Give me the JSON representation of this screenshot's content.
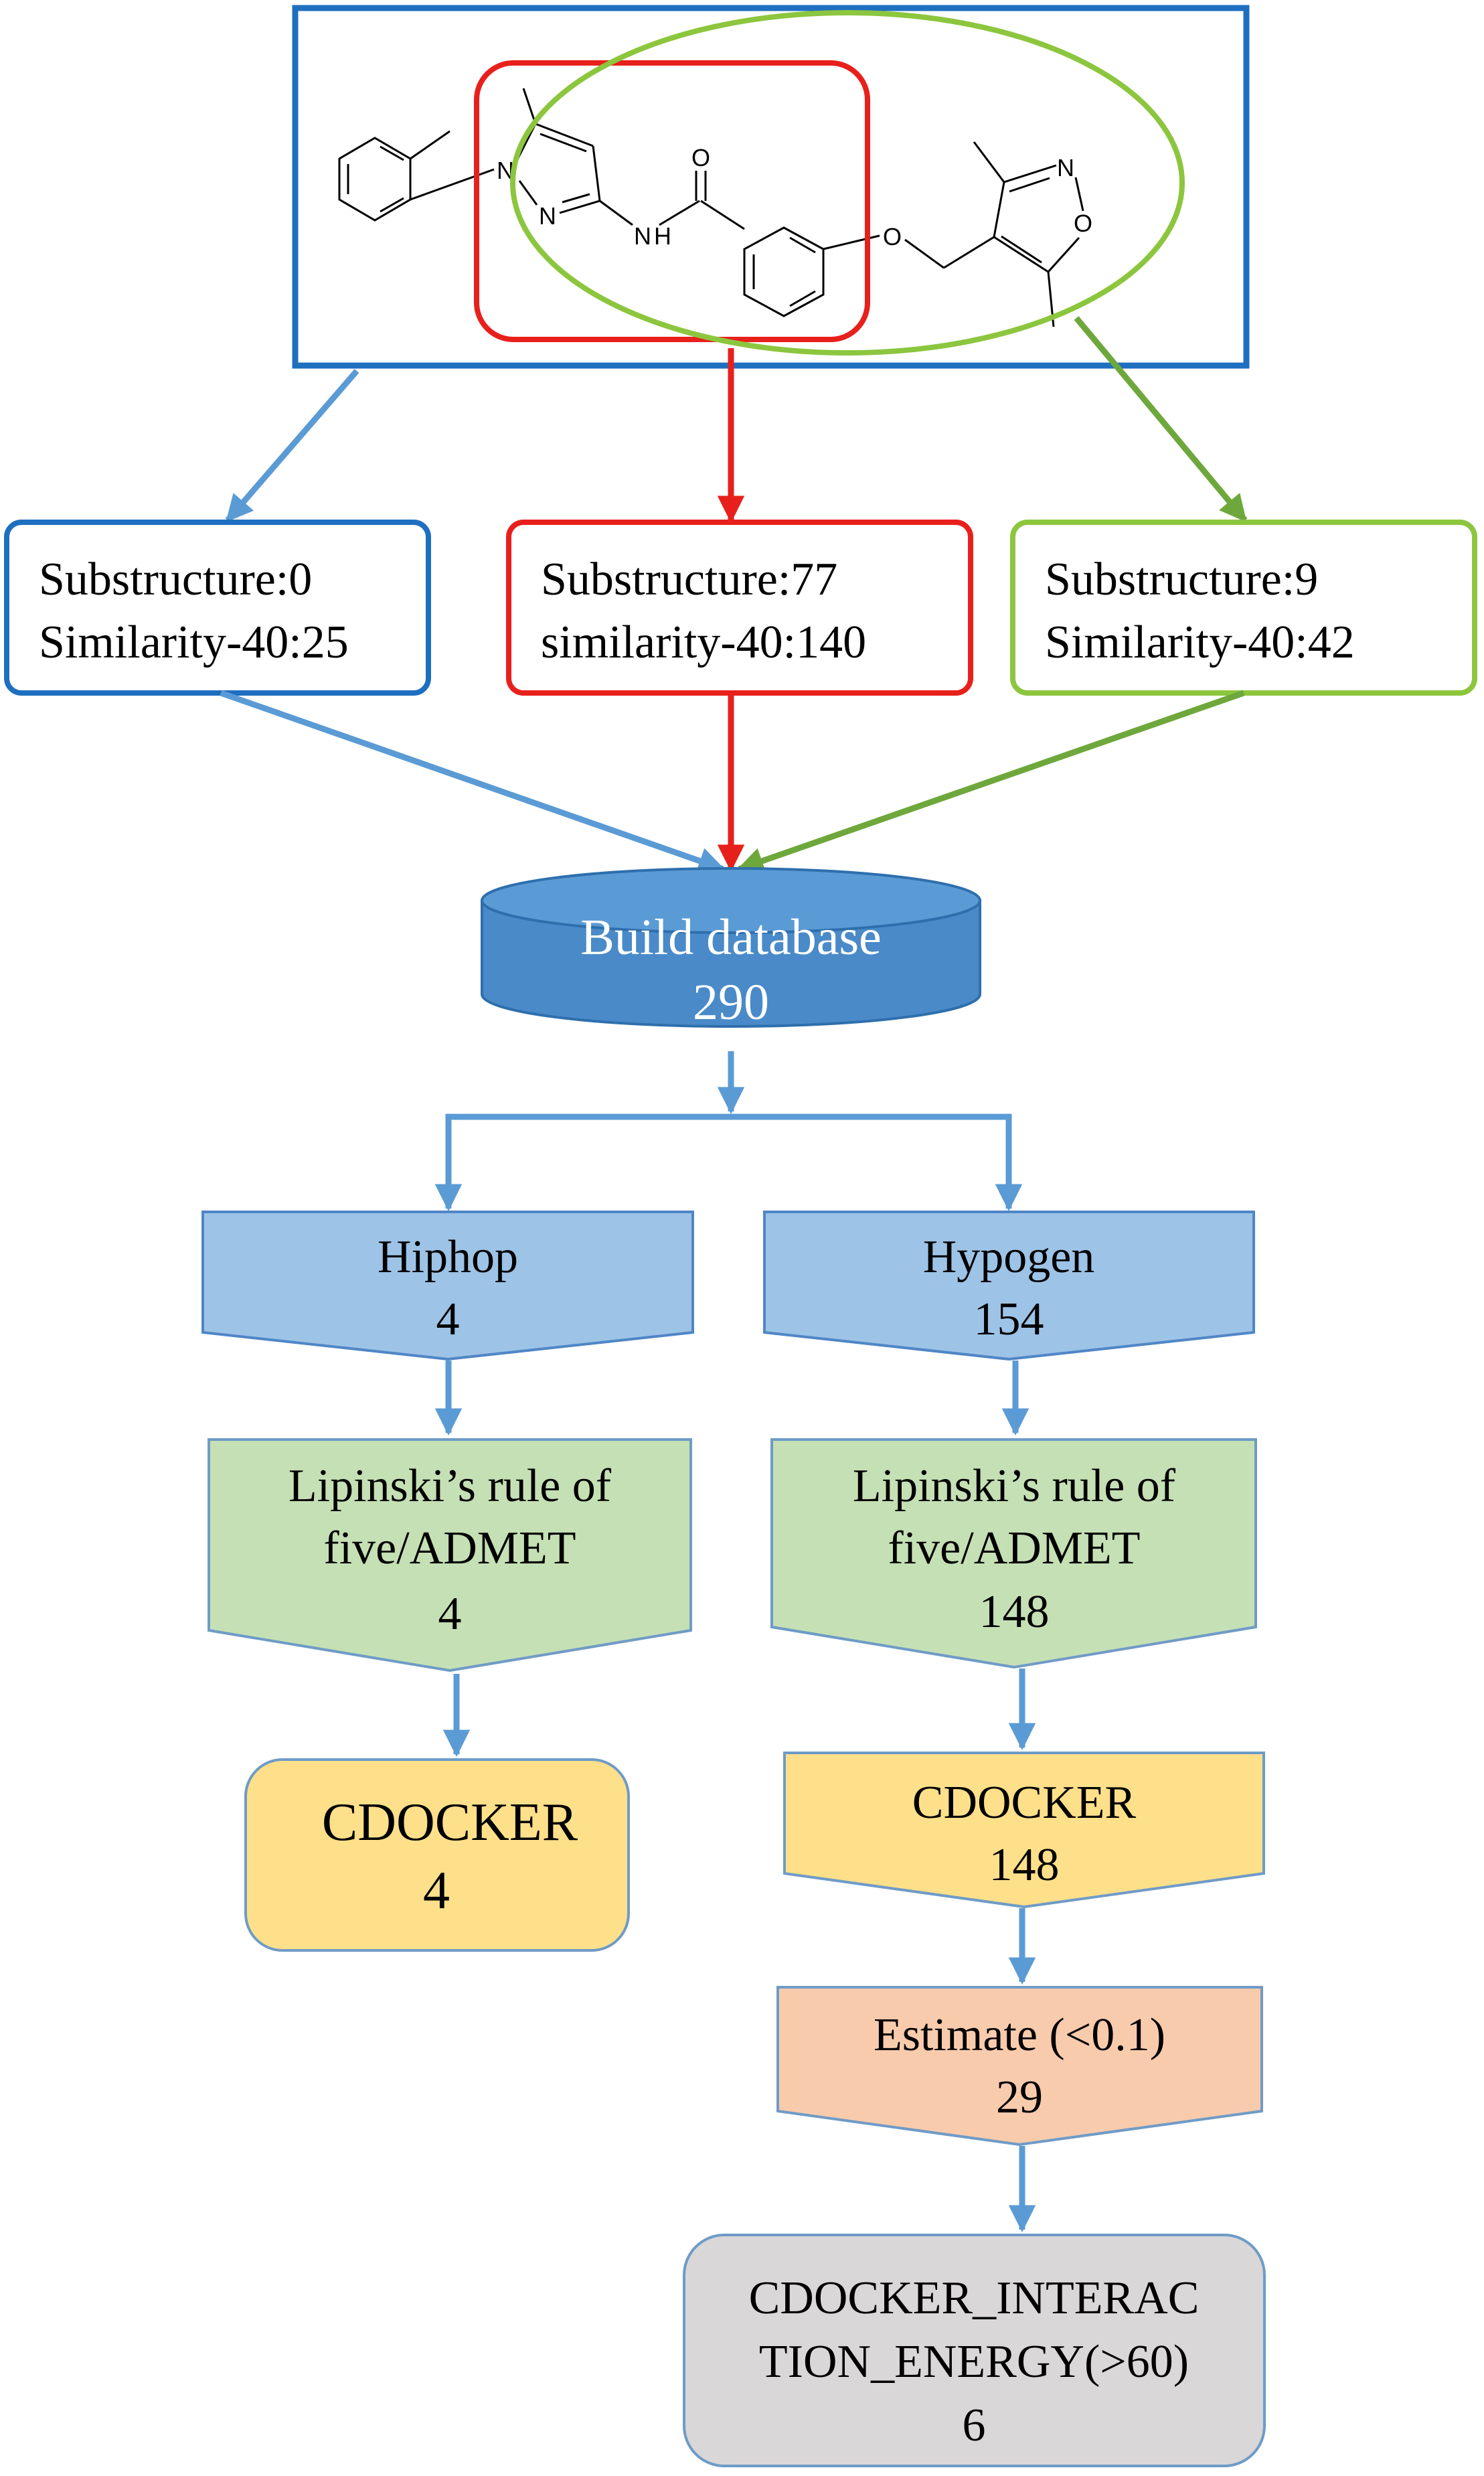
{
  "molecule": {
    "atoms": {
      "n1": "N",
      "n2": "N",
      "nh": "N",
      "h": "H",
      "carbonyl_o": "O",
      "ether_o": "O",
      "isox_n": "N",
      "isox_o": "O"
    }
  },
  "sources": {
    "blue": {
      "line1": "Substructure:0",
      "line2": "Similarity-40:25"
    },
    "red": {
      "line1": "Substructure:77",
      "line2": "similarity-40:140"
    },
    "green": {
      "line1": "Substructure:9",
      "line2": "Similarity-40:42"
    }
  },
  "database": {
    "title": "Build database",
    "count": "290"
  },
  "left_branch": {
    "pharmacophore": {
      "title": "Hiphop",
      "count": "4"
    },
    "filter": {
      "line1": "Lipinski’s rule of",
      "line2": "five/ADMET",
      "count": "4"
    },
    "docking": {
      "title": "CDOCKER",
      "count": "4"
    }
  },
  "right_branch": {
    "pharmacophore": {
      "title": "Hypogen",
      "count": "154"
    },
    "filter": {
      "line1": "Lipinski’s rule of",
      "line2": "five/ADMET",
      "count": "148"
    },
    "docking": {
      "title": "CDOCKER",
      "count": "148"
    },
    "estimate": {
      "title": "Estimate (<0.1)",
      "count": "29"
    },
    "energy": {
      "line1": "CDOCKER_INTERAC",
      "line2": "TION_ENERGY(>60)",
      "count": "6"
    }
  },
  "colors": {
    "blue_frame": "#1f6fc0",
    "red_frame": "#e8201c",
    "green_frame": "#8cc63e",
    "blue_arrow": "#5b9bd5",
    "green_arrow": "#6ea83c",
    "database_fill": "#4a8ac8",
    "pharmacophore_fill": "#9dc3e6",
    "filter_fill": "#c5e0b4",
    "docking_fill": "#ffe08a",
    "estimate_fill": "#f8cbad",
    "energy_fill": "#d9d7d7"
  }
}
